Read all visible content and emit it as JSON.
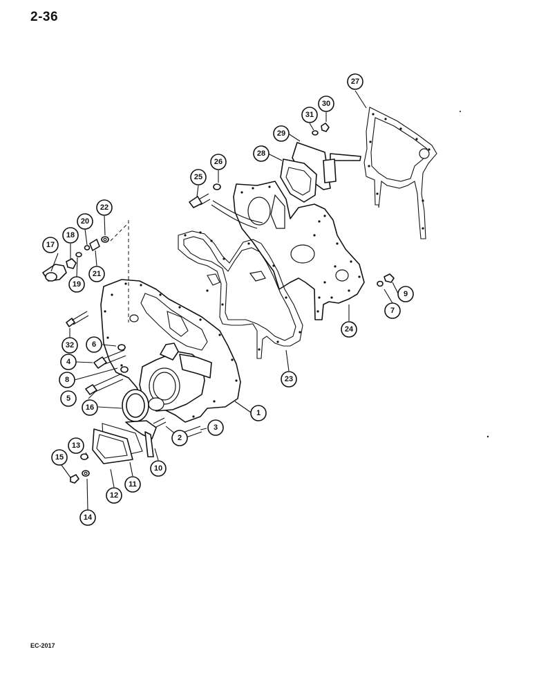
{
  "page": {
    "number": "2-36",
    "code": "EC-2017"
  },
  "callouts": [
    {
      "id": "c1",
      "label": "1"
    },
    {
      "id": "c2",
      "label": "2"
    },
    {
      "id": "c3",
      "label": "3"
    },
    {
      "id": "c4",
      "label": "4"
    },
    {
      "id": "c5",
      "label": "5"
    },
    {
      "id": "c6",
      "label": "6"
    },
    {
      "id": "c7",
      "label": "7"
    },
    {
      "id": "c8",
      "label": "8"
    },
    {
      "id": "c9",
      "label": "9"
    },
    {
      "id": "c10",
      "label": "10"
    },
    {
      "id": "c11",
      "label": "11"
    },
    {
      "id": "c12",
      "label": "12"
    },
    {
      "id": "c13",
      "label": "13"
    },
    {
      "id": "c14",
      "label": "14"
    },
    {
      "id": "c15",
      "label": "15"
    },
    {
      "id": "c16",
      "label": "16"
    },
    {
      "id": "c17",
      "label": "17"
    },
    {
      "id": "c18",
      "label": "18"
    },
    {
      "id": "c19",
      "label": "19"
    },
    {
      "id": "c20",
      "label": "20"
    },
    {
      "id": "c21",
      "label": "21"
    },
    {
      "id": "c22",
      "label": "22"
    },
    {
      "id": "c23",
      "label": "23"
    },
    {
      "id": "c24",
      "label": "24"
    },
    {
      "id": "c25",
      "label": "25"
    },
    {
      "id": "c26",
      "label": "26"
    },
    {
      "id": "c27",
      "label": "27"
    },
    {
      "id": "c28",
      "label": "28"
    },
    {
      "id": "c29",
      "label": "29"
    },
    {
      "id": "c30",
      "label": "30"
    },
    {
      "id": "c31",
      "label": "31"
    },
    {
      "id": "c32",
      "label": "32"
    }
  ]
}
